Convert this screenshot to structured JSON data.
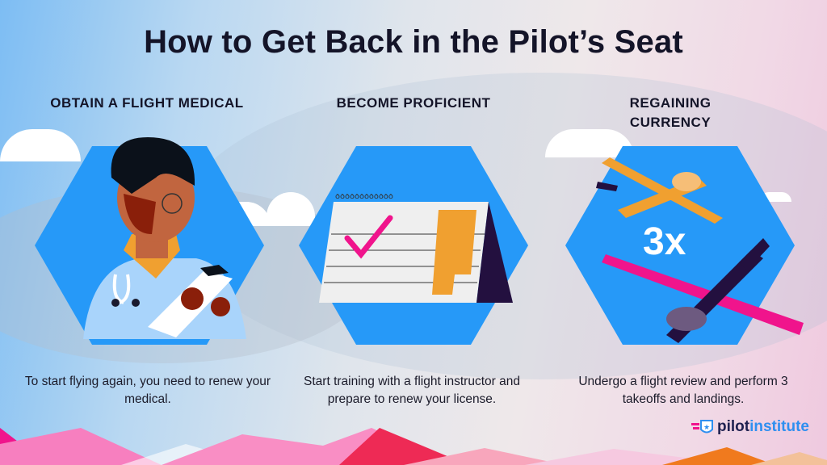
{
  "title": "How to Get Back in the Pilot’s Seat",
  "steps": [
    {
      "title": "OBTAIN A FLIGHT MEDICAL",
      "description": "To start flying again, you need to renew your medical.",
      "illustration": "doctor-with-clipboard"
    },
    {
      "title": "BECOME PROFICIENT",
      "description": "Start training with a flight instructor and prepare to renew your license.",
      "illustration": "calendar-with-checkmark"
    },
    {
      "title": "REGAINING CURRENCY",
      "description": "Undergo a flight review and perform 3 takeoffs and landings.",
      "illustration": "two-airplanes",
      "badge": "3x"
    }
  ],
  "brand": {
    "part1": "pilot",
    "part2": "institute"
  },
  "colors": {
    "hex": "#2699f8",
    "orange": "#f0a030",
    "pink": "#f0148c",
    "navy": "#23103f"
  }
}
